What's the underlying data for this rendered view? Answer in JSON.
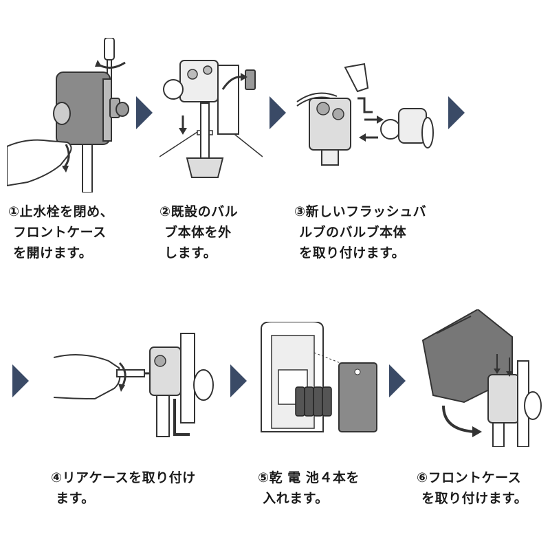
{
  "steps": [
    {
      "label": "①止水栓を閉め、\n フロントケース\n を開けます。"
    },
    {
      "label": "②既設のバル\n ブ本体を外\n します。"
    },
    {
      "label": "③新しいフラッシュバ\n ルブのバルブ本体\n を取り付けます。"
    },
    {
      "label": "④リアケースを取り付け\n ます。"
    },
    {
      "label": "⑤乾 電 池４本を\n 入れます。"
    },
    {
      "label": "⑥フロントケース\n を取り付けます。"
    }
  ],
  "colors": {
    "arrow": "#3a4a66",
    "line": "#333333",
    "case": "#7b7b7b",
    "light": "#d7d7d7"
  }
}
